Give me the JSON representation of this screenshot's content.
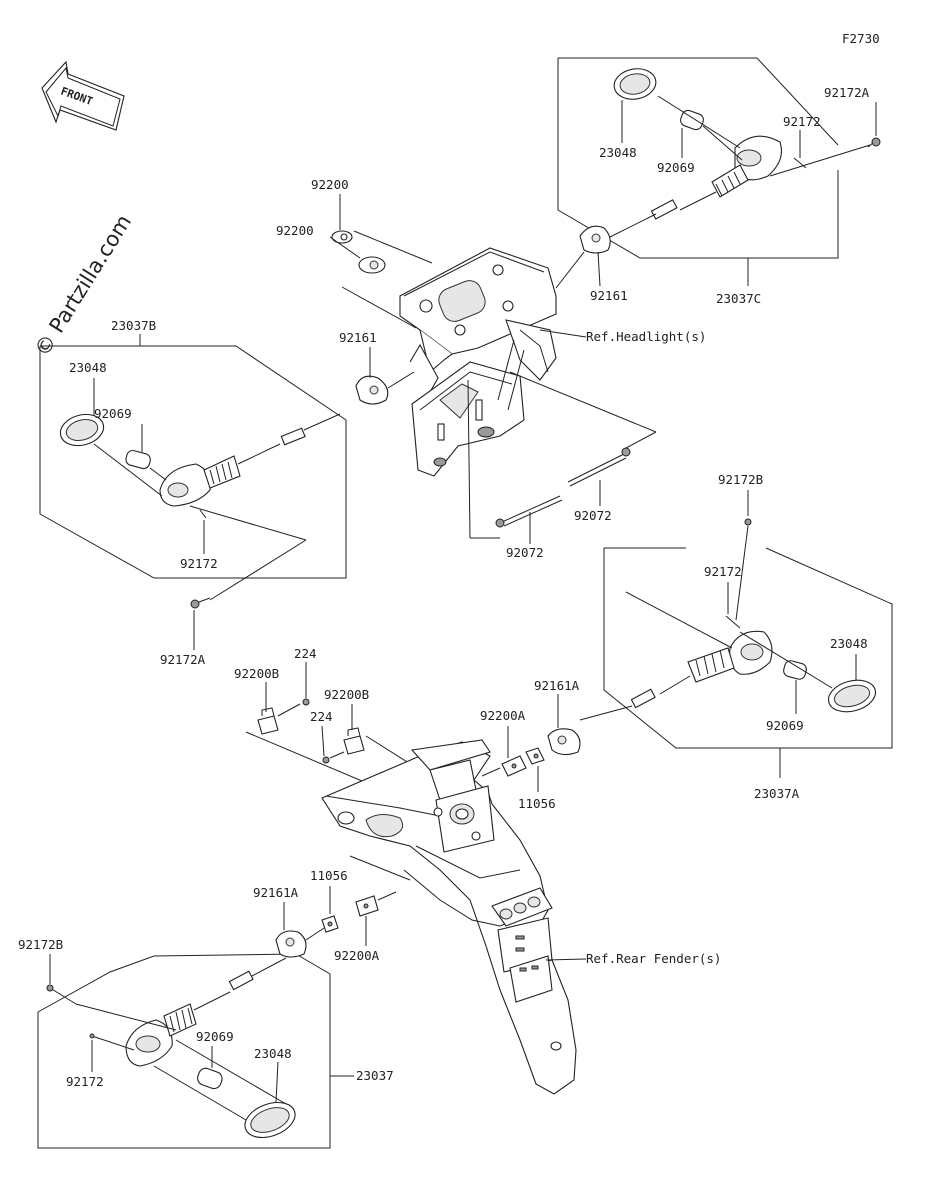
{
  "diagram_code": "F2730",
  "watermark": "© Partzilla.com",
  "front_arrow_label": "FRONT",
  "references": {
    "headlight": "Ref.Headlight(s)",
    "rear_fender": "Ref.Rear Fender(s)"
  },
  "parts": {
    "p92200_top": "92200",
    "p92200_mid": "92200",
    "p92161_right": "92161",
    "p92161_left": "92161",
    "p23037C": "23037C",
    "p23048_tr": "23048",
    "p92069_tr": "92069",
    "p92172_tr": "92172",
    "p92172A_tr": "92172A",
    "p23037B": "23037B",
    "p23048_l": "23048",
    "p92069_l": "92069",
    "p92172_l": "92172",
    "p92172A_l": "92172A",
    "p92072_a": "92072",
    "p92072_b": "92072",
    "p92172B_r": "92172B",
    "p92172_r": "92172",
    "p23048_r": "23048",
    "p92069_r": "92069",
    "p23037A": "23037A",
    "p92161A_r": "92161A",
    "p92200A_r": "92200A",
    "p11056_r": "11056",
    "p224_a": "224",
    "p224_b": "224",
    "p92200B_a": "92200B",
    "p92200B_b": "92200B",
    "p11056_b": "11056",
    "p92161A_b": "92161A",
    "p92200A_b": "92200A",
    "p92172B_b": "92172B",
    "p92069_b": "92069",
    "p23048_b": "23048",
    "p92172_b": "92172",
    "p23037": "23037"
  }
}
